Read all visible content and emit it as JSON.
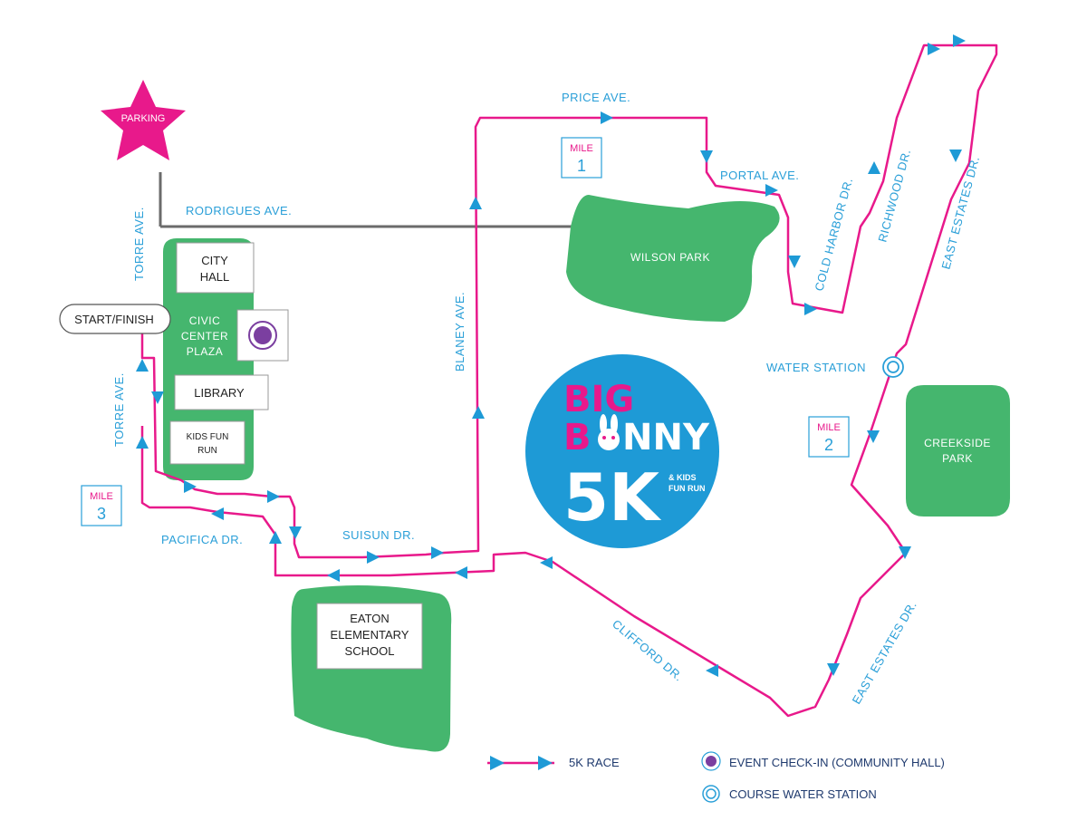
{
  "colors": {
    "route": "#e8198b",
    "arrow": "#1e9ad6",
    "street_text": "#2a9fd8",
    "park": "#45b66e",
    "road": "#6b6b6b",
    "logo_bg": "#1e9ad6",
    "check_in": "#7b3fa0"
  },
  "parking": {
    "label": "PARKING"
  },
  "streets": {
    "rodrigues": "RODRIGUES AVE.",
    "torre_top": "TORRE AVE.",
    "torre_bottom": "TORRE AVE.",
    "price": "PRICE AVE.",
    "portal": "PORTAL AVE.",
    "cold_harbor": "COLD HARBOR DR.",
    "richwood": "RICHWOOD DR.",
    "east_estates_top": "EAST ESTATES DR.",
    "east_estates_bottom": "EAST ESTATES DR.",
    "blaney": "BLANEY AVE.",
    "suisun": "SUISUN DR.",
    "pacifica": "PACIFICA DR.",
    "clifford": "CLIFFORD DR."
  },
  "buildings": {
    "city_hall_1": "CITY",
    "city_hall_2": "HALL",
    "civic_1": "CIVIC",
    "civic_2": "CENTER",
    "civic_3": "PLAZA",
    "library": "LIBRARY",
    "kids_1": "KIDS FUN",
    "kids_2": "RUN",
    "start_finish": "START/FINISH",
    "school_1": "EATON",
    "school_2": "ELEMENTARY",
    "school_3": "SCHOOL"
  },
  "parks": {
    "wilson": "WILSON PARK",
    "creekside_1": "CREEKSIDE",
    "creekside_2": "PARK"
  },
  "miles": [
    {
      "word": "MILE",
      "num": "1"
    },
    {
      "word": "MILE",
      "num": "2"
    },
    {
      "word": "MILE",
      "num": "3"
    }
  ],
  "water_station": "WATER STATION",
  "logo": {
    "line1": "BIG",
    "line2_a": "B",
    "line2_b": "NNY",
    "line3": "5K",
    "tag_1": "& KIDS",
    "tag_2": "FUN RUN"
  },
  "legend": {
    "race": "5K RACE",
    "check_in": "EVENT CHECK-IN (COMMUNITY HALL)",
    "water": "COURSE WATER STATION"
  }
}
